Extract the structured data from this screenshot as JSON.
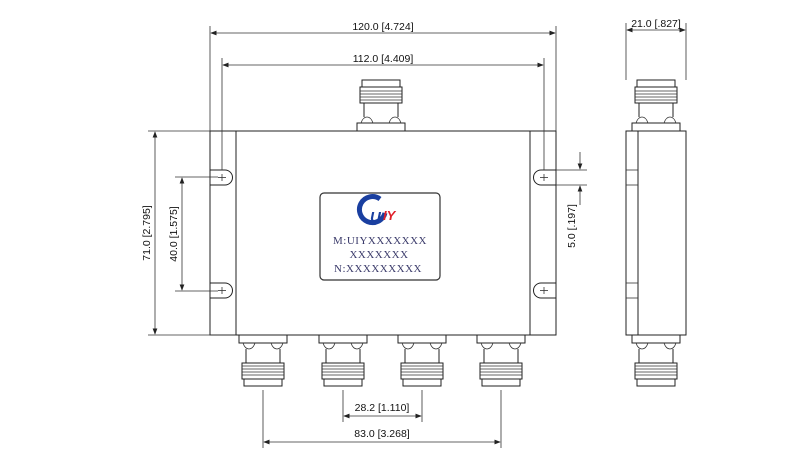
{
  "drawing": {
    "dimensions": {
      "overall_width": "120.0 [4.724]",
      "hole_spacing": "112.0 [4.409]",
      "overall_height": "71.0 [2.795]",
      "hole_vertical_spacing": "40.0 [1.575]",
      "slot_width": "5.0 [.197]",
      "port_pitch": "28.2 [1.110]",
      "outer_port_span": "83.0 [3.268]",
      "depth": "21.0 [.827]"
    },
    "label": {
      "logo_text": "UIY",
      "model_line": "M:UIYXXXXXXX",
      "second_line": "XXXXXXX",
      "serial_line": "N:XXXXXXXXX"
    },
    "colors": {
      "logo_blue": "#1a3fa0",
      "logo_red": "#e0202a"
    }
  }
}
